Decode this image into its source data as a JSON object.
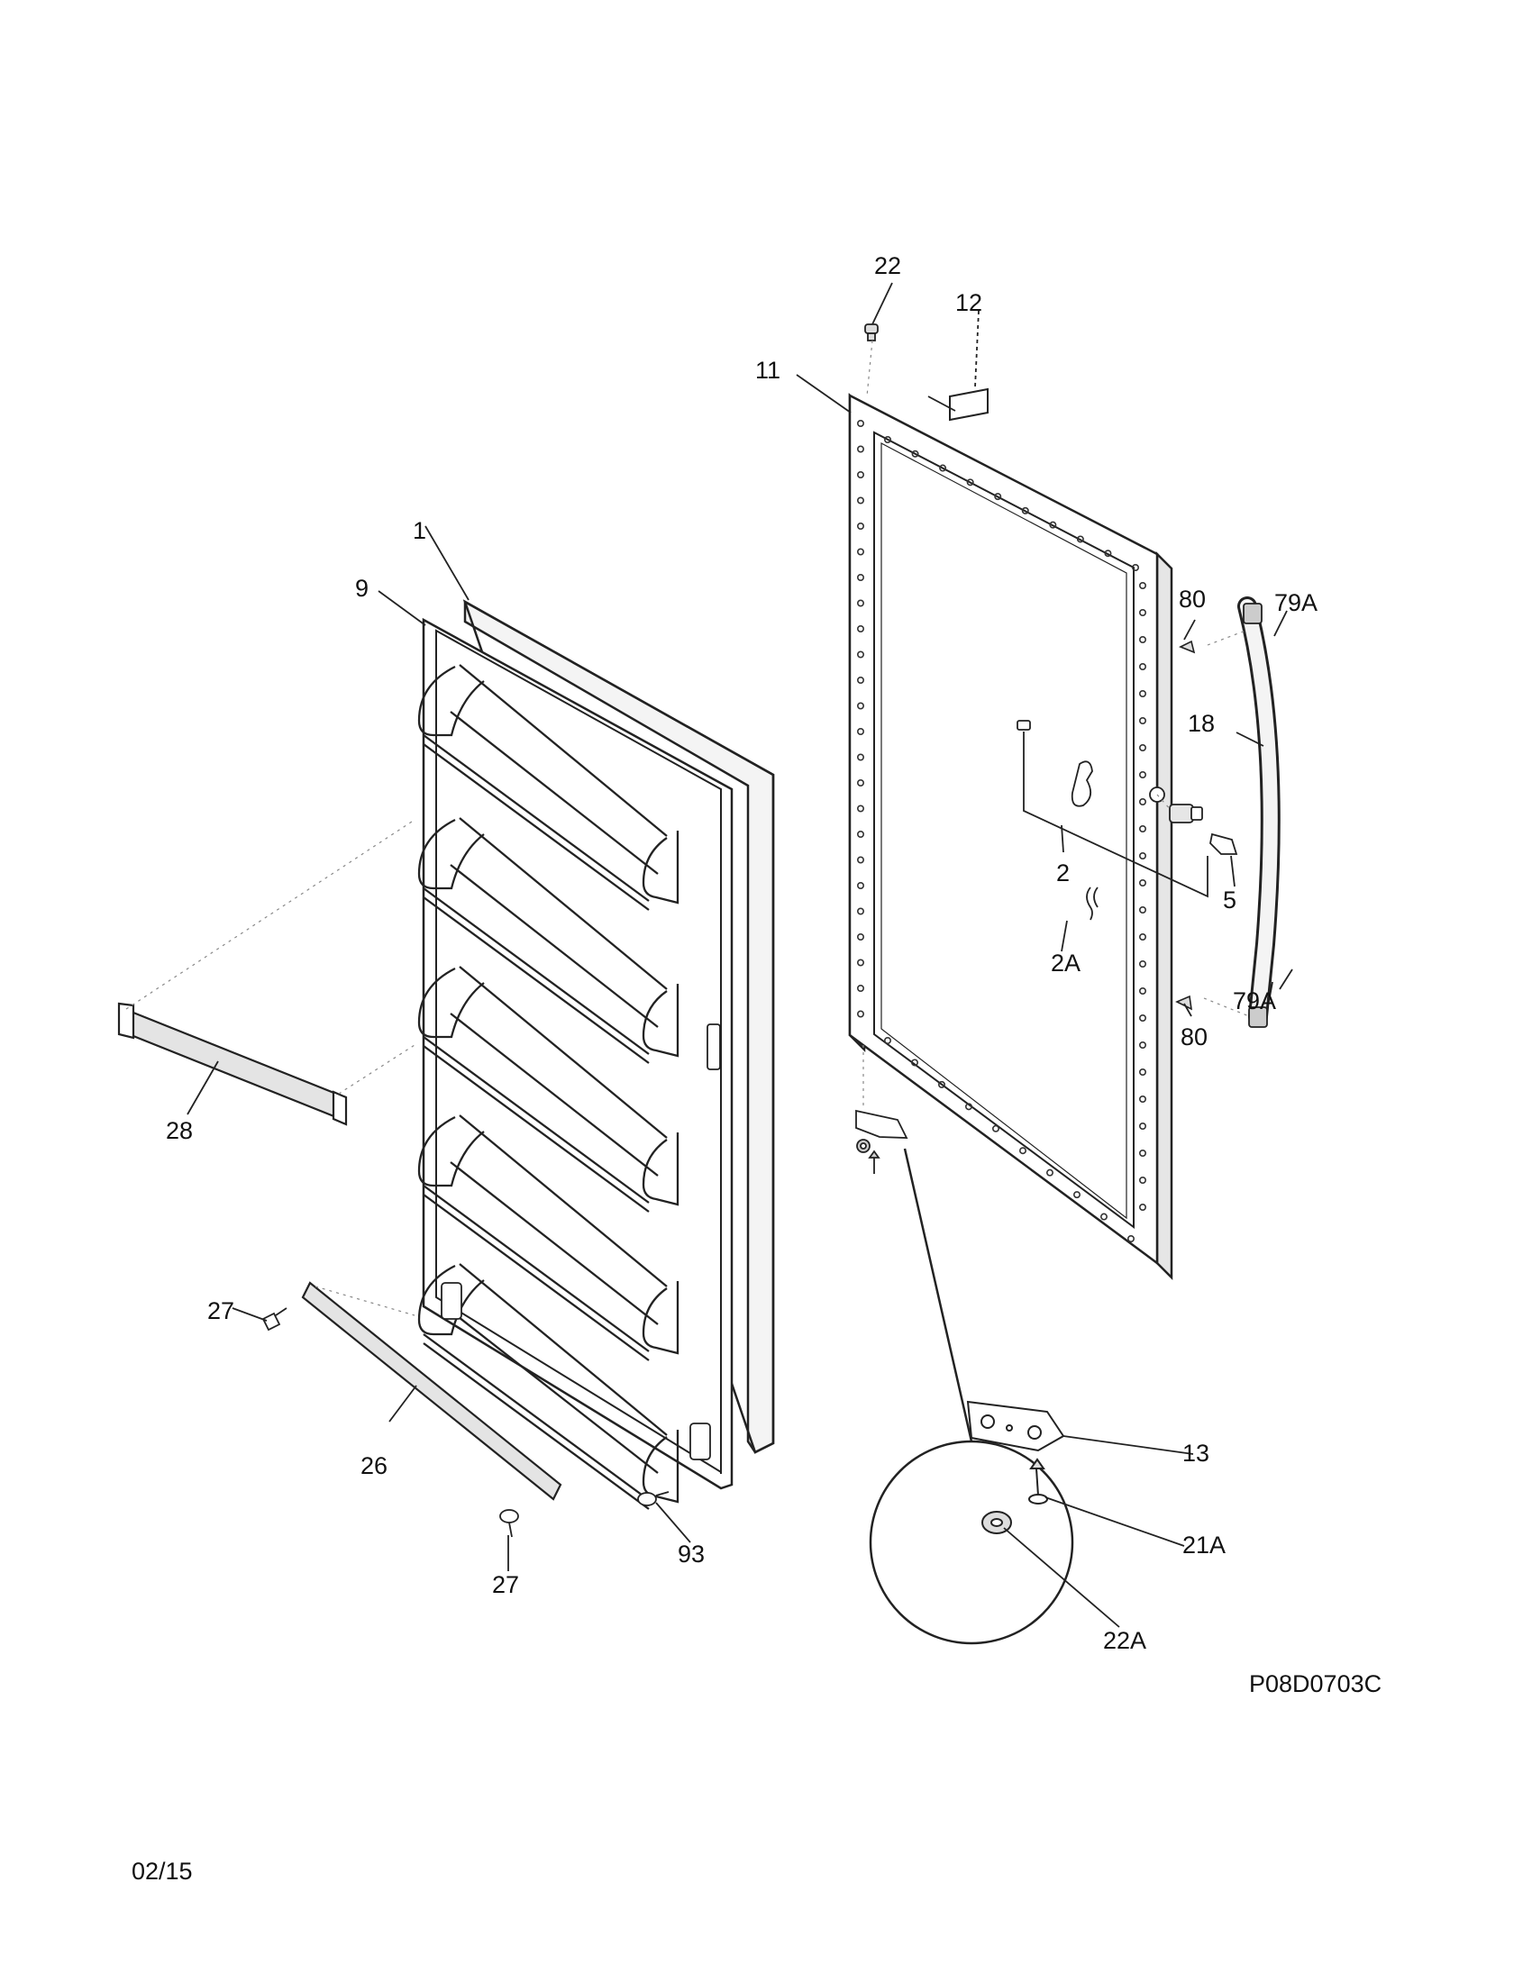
{
  "diagram": {
    "drawing_number": "P08D0703C",
    "date_code": "02/15",
    "callouts": [
      {
        "id": "c-1",
        "text": "1"
      },
      {
        "id": "c-2",
        "text": "2"
      },
      {
        "id": "c-2a",
        "text": "2A"
      },
      {
        "id": "c-5",
        "text": "5"
      },
      {
        "id": "c-9",
        "text": "9"
      },
      {
        "id": "c-11",
        "text": "11"
      },
      {
        "id": "c-12",
        "text": "12"
      },
      {
        "id": "c-13",
        "text": "13"
      },
      {
        "id": "c-18",
        "text": "18"
      },
      {
        "id": "c-21a",
        "text": "21A"
      },
      {
        "id": "c-22-top",
        "text": "22"
      },
      {
        "id": "c-22a",
        "text": "22A"
      },
      {
        "id": "c-26",
        "text": "26"
      },
      {
        "id": "c-27-left",
        "text": "27"
      },
      {
        "id": "c-27-bottom",
        "text": "27"
      },
      {
        "id": "c-28",
        "text": "28"
      },
      {
        "id": "c-79a-top",
        "text": "79A"
      },
      {
        "id": "c-79a-bottom",
        "text": "79A"
      },
      {
        "id": "c-80-top",
        "text": "80"
      },
      {
        "id": "c-80-bottom",
        "text": "80"
      },
      {
        "id": "c-93",
        "text": "93"
      }
    ]
  }
}
